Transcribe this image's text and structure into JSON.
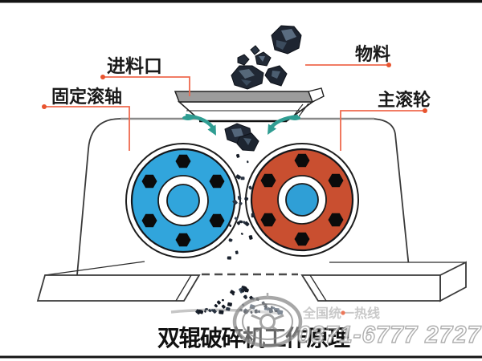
{
  "diagram": {
    "title": "双辊破碎机工作原理",
    "labels": {
      "feed_inlet": "进料口",
      "material": "物料",
      "fixed_roller": "固定滚轴",
      "main_roller": "主滚轮"
    },
    "watermark": {
      "hotline_label": "全国统一热线",
      "phone": "0371-6777 2727"
    },
    "colors": {
      "roller_left": "#31a5dc",
      "roller_right": "#c94f30",
      "hub_center": "#2f9fd6",
      "arrow": "#2f9d92",
      "callout_line": "#ef6a4e",
      "callout_dot": "#e8542f",
      "rock_dark": "#1e2531",
      "outline": "#3a3a3a"
    }
  }
}
